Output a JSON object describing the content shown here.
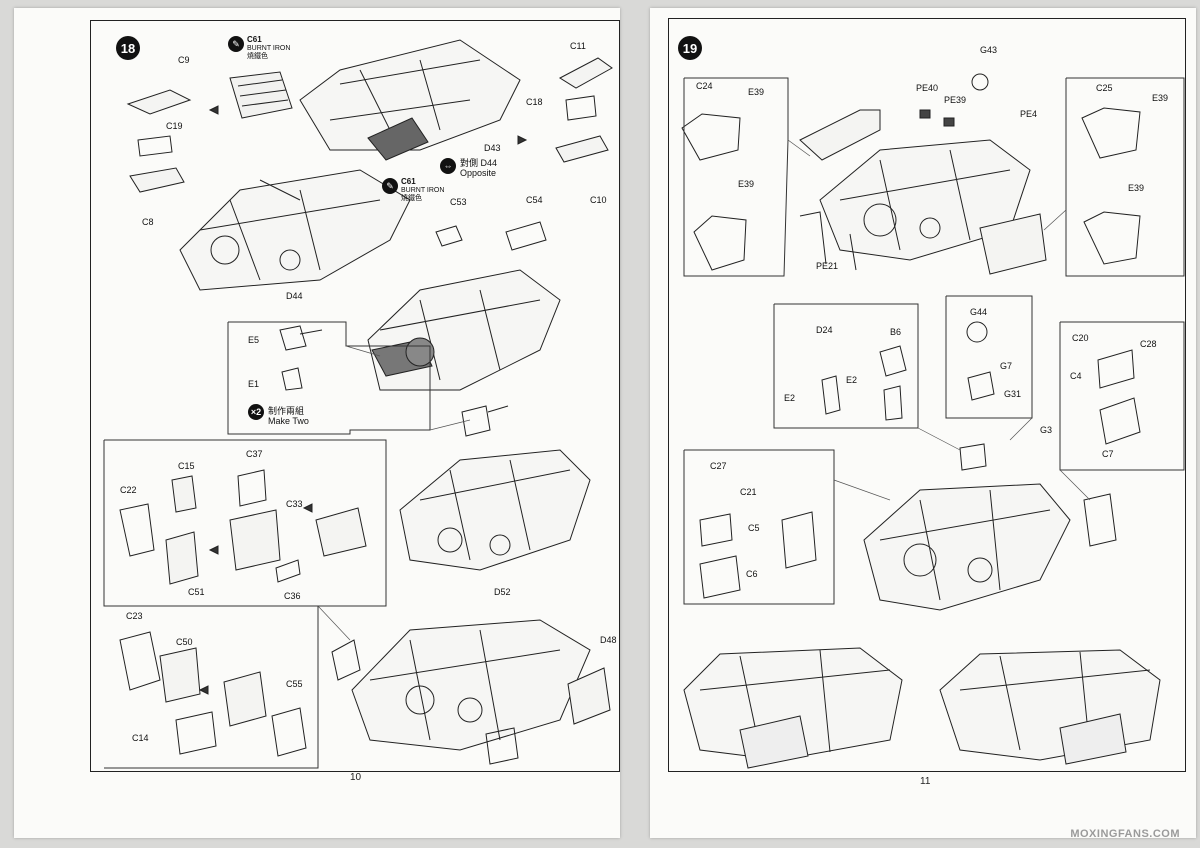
{
  "left_page": {
    "step": "18",
    "page_number": "10",
    "paint_callouts": [
      {
        "code": "C61",
        "name": "BURNT IRON",
        "name_cn": "燒鐵色"
      },
      {
        "code": "C61",
        "name": "BURNT IRON",
        "name_cn": "燒鐵色"
      }
    ],
    "opposite_note": {
      "part": "對側 D44",
      "text": "Opposite"
    },
    "make_two": {
      "count": "×2",
      "text_cn": "制作兩組",
      "text_en": "Make Two"
    },
    "labels": {
      "C9": "C9",
      "C19": "C19",
      "C8": "C8",
      "C11": "C11",
      "C18": "C18",
      "C10": "C10",
      "D43": "D43",
      "D44": "D44",
      "C53": "C53",
      "C54": "C54",
      "E5": "E5",
      "E1": "E1",
      "C15": "C15",
      "C37": "C37",
      "C22": "C22",
      "C33": "C33",
      "C51": "C51",
      "C36": "C36",
      "C23": "C23",
      "C50": "C50",
      "C55": "C55",
      "C14": "C14",
      "D52": "D52",
      "D48": "D48"
    }
  },
  "right_page": {
    "step": "19",
    "page_number": "11",
    "labels": {
      "G43": "G43",
      "C24": "C24",
      "E39a": "E39",
      "E39b": "E39",
      "PE40": "PE40",
      "PE39": "PE39",
      "PE4": "PE4",
      "C25": "C25",
      "E39c": "E39",
      "E39d": "E39",
      "PE21": "PE21",
      "G44": "G44",
      "D24": "D24",
      "B6": "B6",
      "E2a": "E2",
      "E2b": "E2",
      "G7": "G7",
      "G31": "G31",
      "C20": "C20",
      "C28": "C28",
      "C4": "C4",
      "C7": "C7",
      "G3": "G3",
      "C27": "C27",
      "C21": "C21",
      "C5": "C5",
      "C6": "C6"
    }
  },
  "watermark": "MOXINGFANS.COM"
}
